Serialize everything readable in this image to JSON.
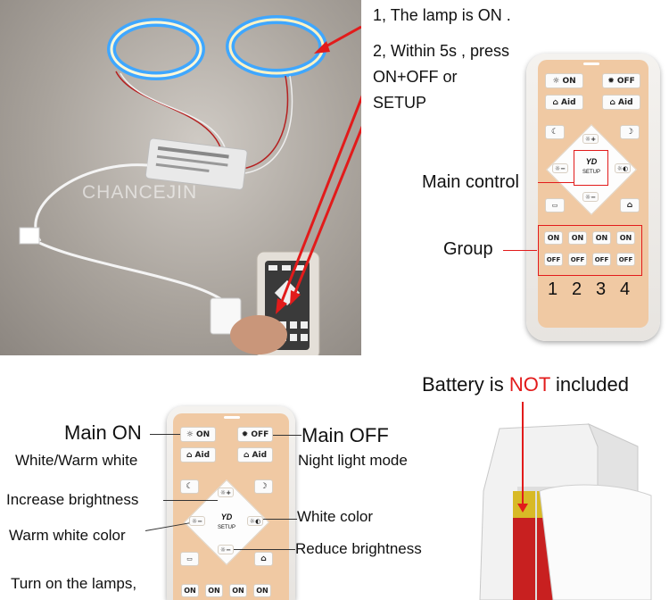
{
  "top_right_steps": {
    "step1": "1, The lamp is ON .",
    "step2_line1": "2, Within 5s , press",
    "step2_line2": "ON+OFF or",
    "step2_line3": "SETUP"
  },
  "photo": {
    "watermark": "CHANCEJIN"
  },
  "top_remote_labels": {
    "main_control": "Main control",
    "group": "Group",
    "group_numbers": [
      "1",
      "2",
      "3",
      "4"
    ]
  },
  "battery": {
    "prefix": "Battery is ",
    "emphasis": "NOT",
    "suffix": " included"
  },
  "bottom_labels": {
    "main_on": "Main ON",
    "main_off": "Main OFF",
    "white_warm": "White/Warm white",
    "night_light": "Night light mode",
    "increase": "Increase brightness",
    "white_color": "White color",
    "warm_white": "Warm white color",
    "reduce": "Reduce brightness",
    "turn_on": "Turn on the lamps,"
  },
  "remote_buttons": {
    "on": "☼ ON",
    "off": "✹ OFF",
    "aid": "Aid",
    "on_short": "ON",
    "off_short": "OFF",
    "setup": "SETUP",
    "logo": "YD"
  },
  "colors": {
    "accent_red": "#e21b1b",
    "panel": "#f0c9a3"
  }
}
